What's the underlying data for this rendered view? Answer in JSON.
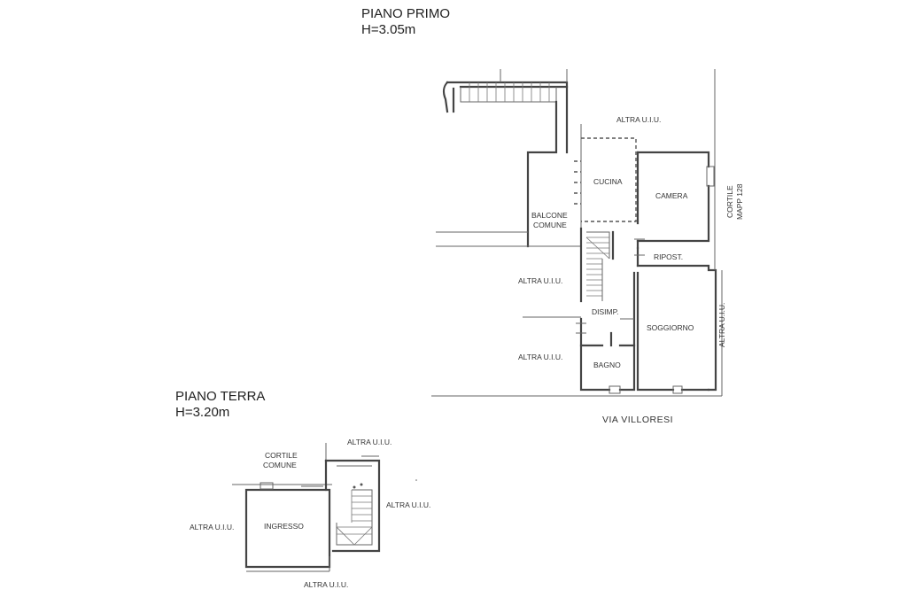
{
  "first_floor": {
    "title": "PIANO PRIMO",
    "height": "H=3.05m",
    "rooms": {
      "cucina": "CUCINA",
      "camera": "CAMERA",
      "balcone_line1": "BALCONE",
      "balcone_line2": "COMUNE",
      "ripost": "RIPOST.",
      "disimp": "DISIMP.",
      "soggiorno": "SOGGIORNO",
      "bagno": "BAGNO"
    },
    "neighbors": {
      "top": "ALTRA U.I.U.",
      "left_upper": "ALTRA U.I.U.",
      "left_lower": "ALTRA U.I.U.",
      "right": "ALTRA U.I.U."
    },
    "courtyard_line1": "CORTILE",
    "courtyard_line2": "MAPP 128",
    "street": "VIA VILLORESI"
  },
  "ground_floor": {
    "title": "PIANO TERRA",
    "height": "H=3.20m",
    "rooms": {
      "ingresso": "INGRESSO",
      "cortile_line1": "CORTILE",
      "cortile_line2": "COMUNE"
    },
    "neighbors": {
      "top": "ALTRA U.I.U.",
      "left": "ALTRA U.I.U.",
      "right": "ALTRA U.I.U.",
      "bottom": "ALTRA U.I.U."
    }
  }
}
